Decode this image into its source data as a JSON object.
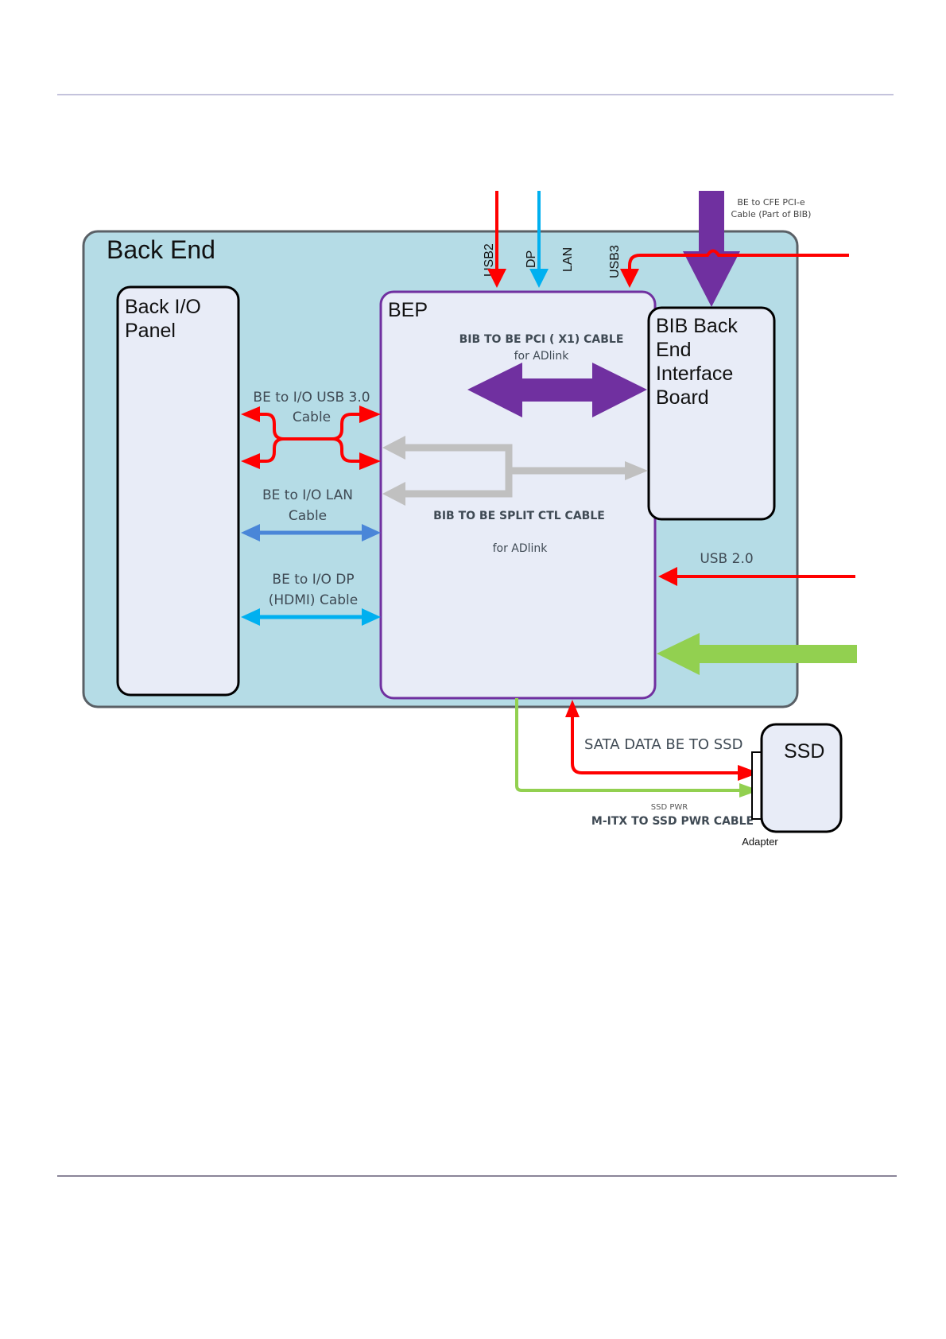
{
  "colors": {
    "rule_top": "#c4c3dc",
    "rule_bottom": "#8a8598",
    "back_end_fill": "#b5dce6",
    "back_end_border": "#5a6066",
    "box_fill": "#e8ecf7",
    "bep_border": "#7030a0",
    "red": "#ff0000",
    "cyan": "#00b0f0",
    "blue": "#4a86d8",
    "purple": "#7030a0",
    "gray": "#c0c0c0",
    "green": "#92d050",
    "label_text": "#3f4a54"
  },
  "blocks": {
    "back_end": "Back End",
    "back_io_panel": [
      "Back I/O",
      "Panel"
    ],
    "bep": "BEP",
    "bib": [
      "BIB Back",
      "End",
      "Interface",
      "Board"
    ],
    "ssd": "SSD",
    "adapter": "Adapter"
  },
  "top_ports": {
    "usb2": "USB2",
    "dp": "DP",
    "lan": "LAN",
    "usb3": "USB3"
  },
  "labels": {
    "cfe_cable": [
      "BE to CFE PCI-e",
      "Cable (Part of BIB)"
    ],
    "pci_cable": "BIB TO BE PCI ( X1) CABLE",
    "pci_cable_sub": "for ADlink",
    "usb30_cable": [
      "BE to I/O USB 3.0",
      "Cable"
    ],
    "lan_cable": [
      "BE to I/O  LAN",
      "Cable"
    ],
    "dp_cable": [
      "BE  to I/O DP",
      "(HDMI)  Cable"
    ],
    "split_ctl_cable": "BIB TO BE SPLIT CTL CABLE",
    "split_ctl_sub": "for ADlink",
    "usb20": "USB 2.0",
    "sata_data": "SATA DATA BE TO SSD",
    "ssd_pwr_small": "SSD PWR",
    "ssd_pwr_cable": "M-ITX TO SSD PWR CABLE"
  }
}
